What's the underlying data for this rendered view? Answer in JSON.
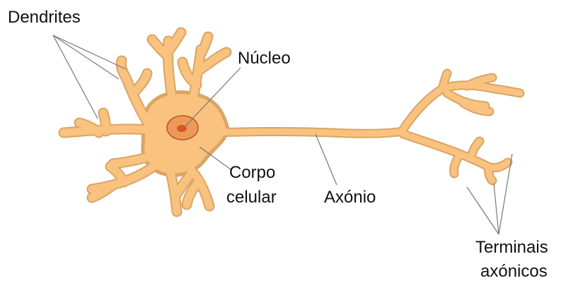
{
  "labels": {
    "dendrites": "Dendrites",
    "nucleus": "Núcleo",
    "cell_body_line1": "Corpo",
    "cell_body_line2": "celular",
    "axon": "Axónio",
    "terminals_line1": "Terminais",
    "terminals_line2": "axónicos"
  },
  "colors": {
    "cell_fill": "#F9C27E",
    "cell_outline": "#D9A565",
    "nucleus_fill": "#EE9A56",
    "nucleolus_fill": "#D9542A",
    "nucleus_outline": "#B5532B",
    "leader_line": "#777777"
  }
}
